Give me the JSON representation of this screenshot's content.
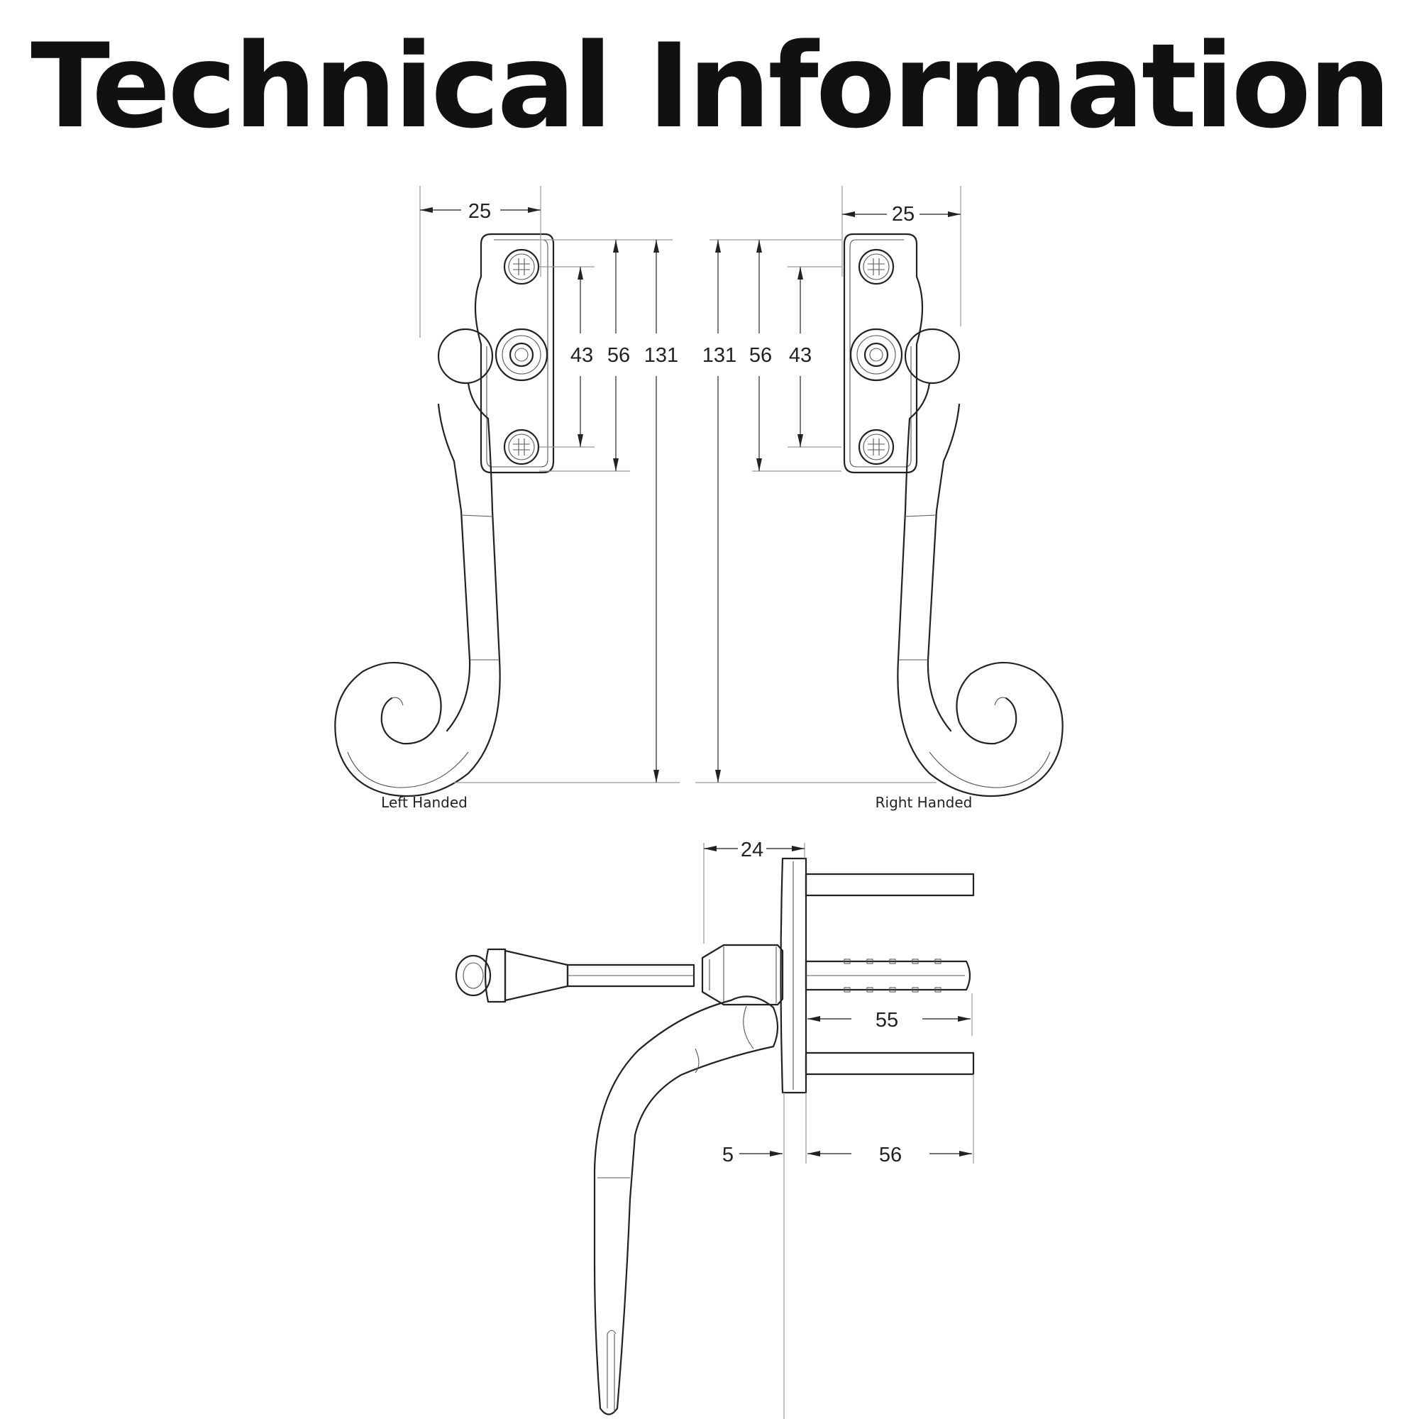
{
  "title": "Technical Information",
  "views": {
    "left": {
      "caption": "Left Handed",
      "dims": {
        "width": "25",
        "screw_centres": "43",
        "plate_height": "56",
        "overall_height": "131"
      }
    },
    "right": {
      "caption": "Right Handed",
      "dims": {
        "width": "25",
        "screw_centres": "43",
        "plate_height": "56",
        "overall_height": "131"
      }
    },
    "side": {
      "dims": {
        "projection": "24",
        "spindle_length": "55",
        "pin_length": "56",
        "plate_thickness": "5"
      }
    }
  },
  "colors": {
    "line": "#222222",
    "text": "#111111",
    "background": "#ffffff"
  }
}
